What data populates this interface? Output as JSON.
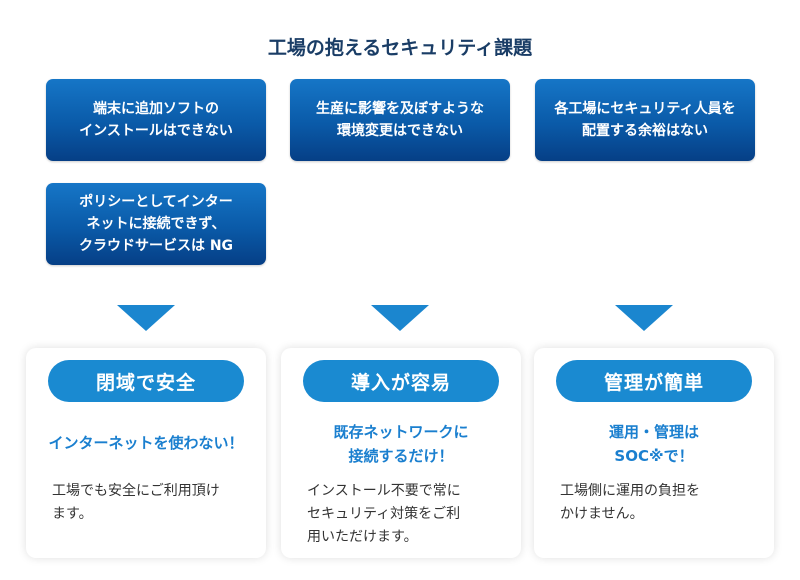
{
  "title": "工場の抱えるセキュリティ課題",
  "colors": {
    "title": "#1a3d66",
    "accent": "#1a8ad1",
    "headline": "#1a7fcf",
    "box": "#0a5aa8"
  },
  "issues": [
    {
      "text": "端末に追加ソフトの\nインストールはできない"
    },
    {
      "text": "生産に影響を及ぼすような\n環境変更はできない"
    },
    {
      "text": "各工場にセキュリティ人員を\n配置する余裕はない"
    },
    {
      "text": "ポリシーとしてインター\nネットに接続できず、\nクラウドサービスは NG"
    }
  ],
  "solutions": [
    {
      "pill": "閉域で安全",
      "headline": "インターネットを使わない！",
      "body": "工場でも安全にご利用頂け\nます。"
    },
    {
      "pill": "導入が容易",
      "headline": "既存ネットワークに\n接続するだけ！",
      "body": "インストール不要で常に\nセキュリティ対策をご利\n用いただけます。"
    },
    {
      "pill": "管理が簡単",
      "headline": "運用・管理は\nSOC※で！",
      "body": "工場側に運用の負担を\nかけません。"
    }
  ]
}
